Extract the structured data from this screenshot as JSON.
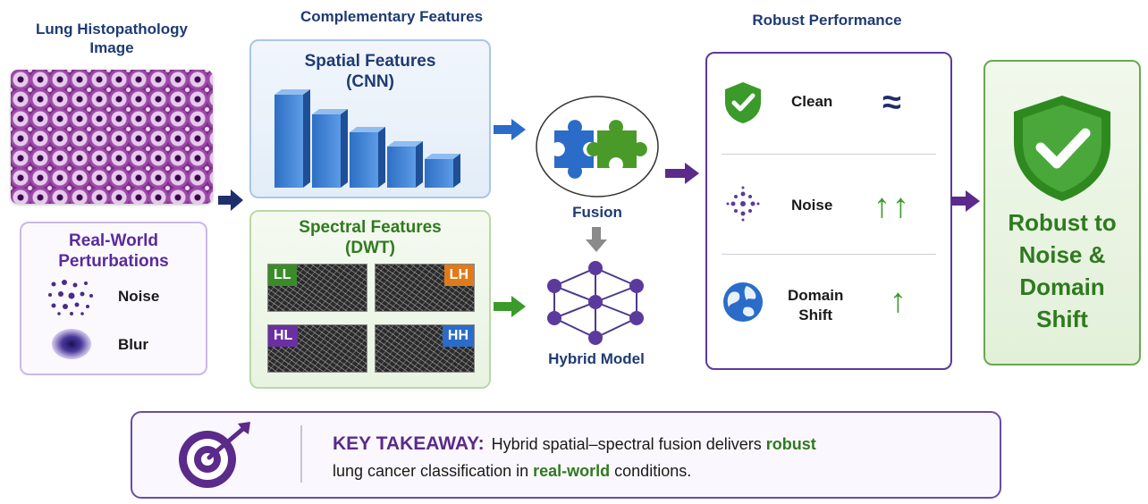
{
  "headers": {
    "input_title": "Lung Histopathology\nImage",
    "complementary": "Complementary Features",
    "robust_performance": "Robust Performance"
  },
  "perturbations": {
    "title": "Real-World\nPerturbations",
    "items": [
      {
        "icon": "noise-dots-icon",
        "label": "Noise"
      },
      {
        "icon": "blur-icon",
        "label": "Blur"
      }
    ]
  },
  "spatial": {
    "title": "Spatial Features",
    "subtitle": "(CNN)"
  },
  "spectral": {
    "title": "Spectral Features",
    "subtitle": "(DWT)",
    "subbands": [
      {
        "label": "LL",
        "color": "#3a8c2a"
      },
      {
        "label": "LH",
        "color": "#e07b1c"
      },
      {
        "label": "HL",
        "color": "#6a2fa0"
      },
      {
        "label": "HH",
        "color": "#2a6cc8"
      }
    ]
  },
  "fusion": {
    "label": "Fusion",
    "model": "Hybrid Model"
  },
  "performance": {
    "rows": [
      {
        "icon": "shield-check-icon",
        "label": "Clean",
        "indicator": "≈"
      },
      {
        "icon": "noise-dots-icon",
        "label": "Noise",
        "indicator": "↑↑"
      },
      {
        "icon": "globe-icon",
        "label": "Domain\nShift",
        "indicator": "↑"
      }
    ]
  },
  "robust": {
    "text": "Robust to\nNoise &\nDomain\nShift"
  },
  "takeaway": {
    "heading": "KEY TAKEAWAY:",
    "part1": "Hybrid spatial–spectral fusion delivers ",
    "highlight1": "robust",
    "part2": "lung cancer classification in ",
    "highlight2": "real-world",
    "part3": " conditions."
  },
  "colors": {
    "navy": "#1f3b73",
    "green": "#2f7a1f",
    "purple": "#5b3a9d",
    "blue": "#2a6cc8"
  }
}
